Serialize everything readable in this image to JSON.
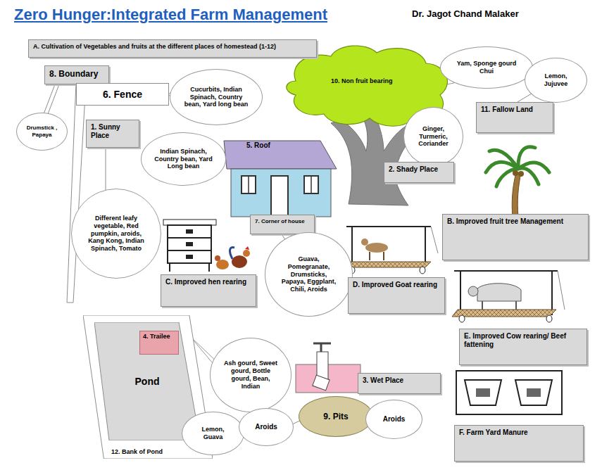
{
  "diagram": {
    "title": "Zero Hunger:Integrated Farm Management",
    "nodes": [
      {
        "text": [
          "A. Cultivation of Vegetables and fruits at the different places of homestead (1-12)"
        ]
      },
      {
        "text": [
          "8. Boundary"
        ]
      },
      {
        "text": [
          "6. Fence"
        ]
      },
      {
        "text": [
          "Drumstick , Papaya"
        ]
      },
      {
        "text": [
          "Cucurbits, Indian Spinach, Country bean, Yard long bean"
        ]
      },
      {
        "text": [
          "1. Sunny Place"
        ]
      },
      {
        "text": [
          "Indian Spinach, Country bean, Yard Long bean"
        ]
      },
      {
        "text": [
          "Yam, Sponge gourd Chui"
        ]
      },
      {
        "text": [
          "Lemon, Jujuvee"
        ]
      },
      {
        "text": [
          "Ginger, Turmeric, Coriander"
        ]
      },
      {
        "text": [
          "11. Fallow Land"
        ]
      },
      {
        "text": [
          "2. Shady Place"
        ]
      },
      {
        "text": [
          "Different leafy vegetable, Red pumpkin, aroids, Kang Kong, Indian Spinach, Tomato"
        ]
      },
      {
        "text": [
          "7. Corner of house"
        ]
      },
      {
        "text": [
          "B. Improved fruit tree Management"
        ]
      },
      {
        "text": [
          "Guava, Pomegranate, Drumsticks, Papaya, Eggplant, Chili, Aroids"
        ]
      },
      {
        "text": [
          "C. Improved hen rearing"
        ]
      },
      {
        "text": [
          "D. Improved Goat rearing"
        ]
      },
      {
        "text": [
          "E. Improved Cow rearing/ Beef fattening"
        ]
      },
      {
        "text": [
          "12. Bank of Pond"
        ]
      },
      {
        "text": [
          "Pond"
        ],
        "in": 19
      },
      {
        "text": [
          "4. Trailee"
        ],
        "in": 20
      },
      {
        "text": [
          "Ash gourd, Sweet gourd, Bottle gourd, Bean, Indian"
        ]
      },
      {
        "text": [
          "3. Wet Place"
        ]
      },
      {
        "text": [
          "Lemon, Guava"
        ]
      },
      {
        "text": [
          "Aroids"
        ]
      },
      {
        "text": [
          "9. Pits"
        ]
      },
      {
        "text": [
          "Aroids"
        ]
      },
      {
        "text": [
          "F. Farm Yard Manure"
        ]
      }
    ],
    "labels": [
      "Dr. Jagot Chand Malaker",
      "5. Roof",
      "10. Non fruit bearing"
    ]
  }
}
